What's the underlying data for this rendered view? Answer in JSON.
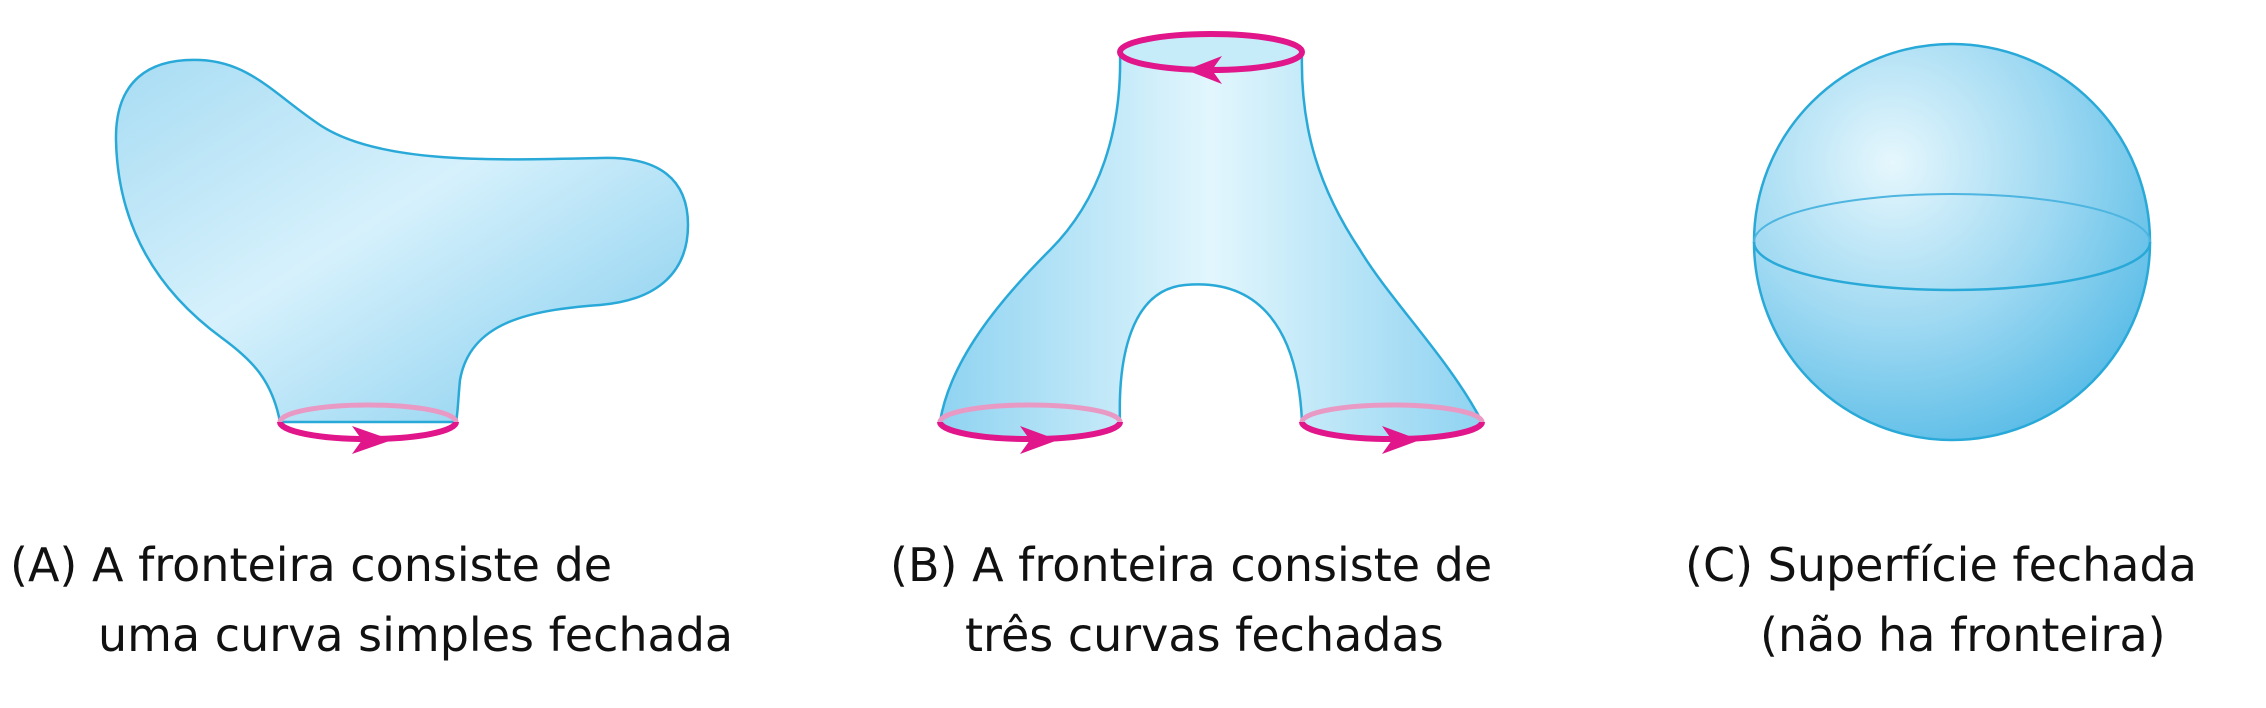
{
  "colors": {
    "surface_fill": "#b7e4f7",
    "surface_stroke": "#29a9d8",
    "boundary_curve": "#e0168a",
    "hidden_boundary": "#e89ac4",
    "text": "#111111"
  },
  "icons": {
    "boundary_arrow": "arrowhead-icon"
  },
  "panels": [
    {
      "id": "A",
      "caption_line1": "(A) A fronteira consiste de",
      "caption_line2": "uma curva simples fechada"
    },
    {
      "id": "B",
      "caption_line1": "(B) A fronteira consiste de",
      "caption_line2": "três curvas fechadas"
    },
    {
      "id": "C",
      "caption_line1": "(C) Superfície fechada",
      "caption_line2": "(não ha fronteira)"
    }
  ]
}
